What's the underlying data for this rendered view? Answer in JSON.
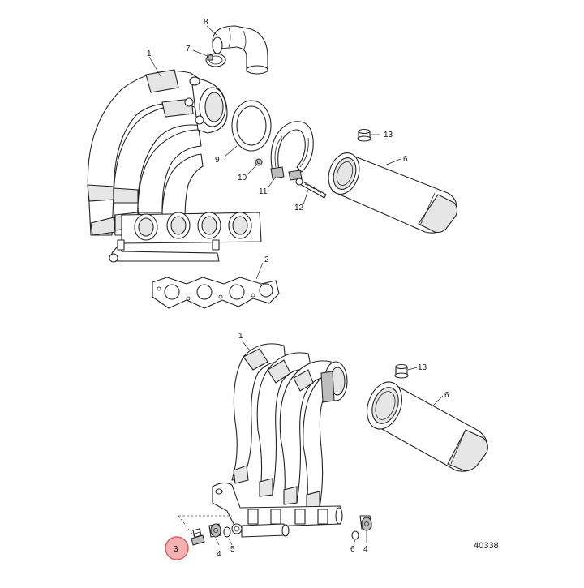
{
  "callouts": {
    "top": {
      "c1": "1",
      "c2": "2",
      "c6": "6",
      "c7": "7",
      "c8": "8",
      "c9": "9",
      "c10": "10",
      "c11": "11",
      "c12": "12",
      "c13": "13"
    },
    "bottom": {
      "c1": "1",
      "c3": "3",
      "c4": "4",
      "c5": "5",
      "c6a": "6",
      "c4b": "4",
      "c6b": "6",
      "c13": "13"
    }
  },
  "figure_number": "40338",
  "colors": {
    "highlight": "#f3b2b2",
    "highlight_stroke": "#e05a5a"
  }
}
